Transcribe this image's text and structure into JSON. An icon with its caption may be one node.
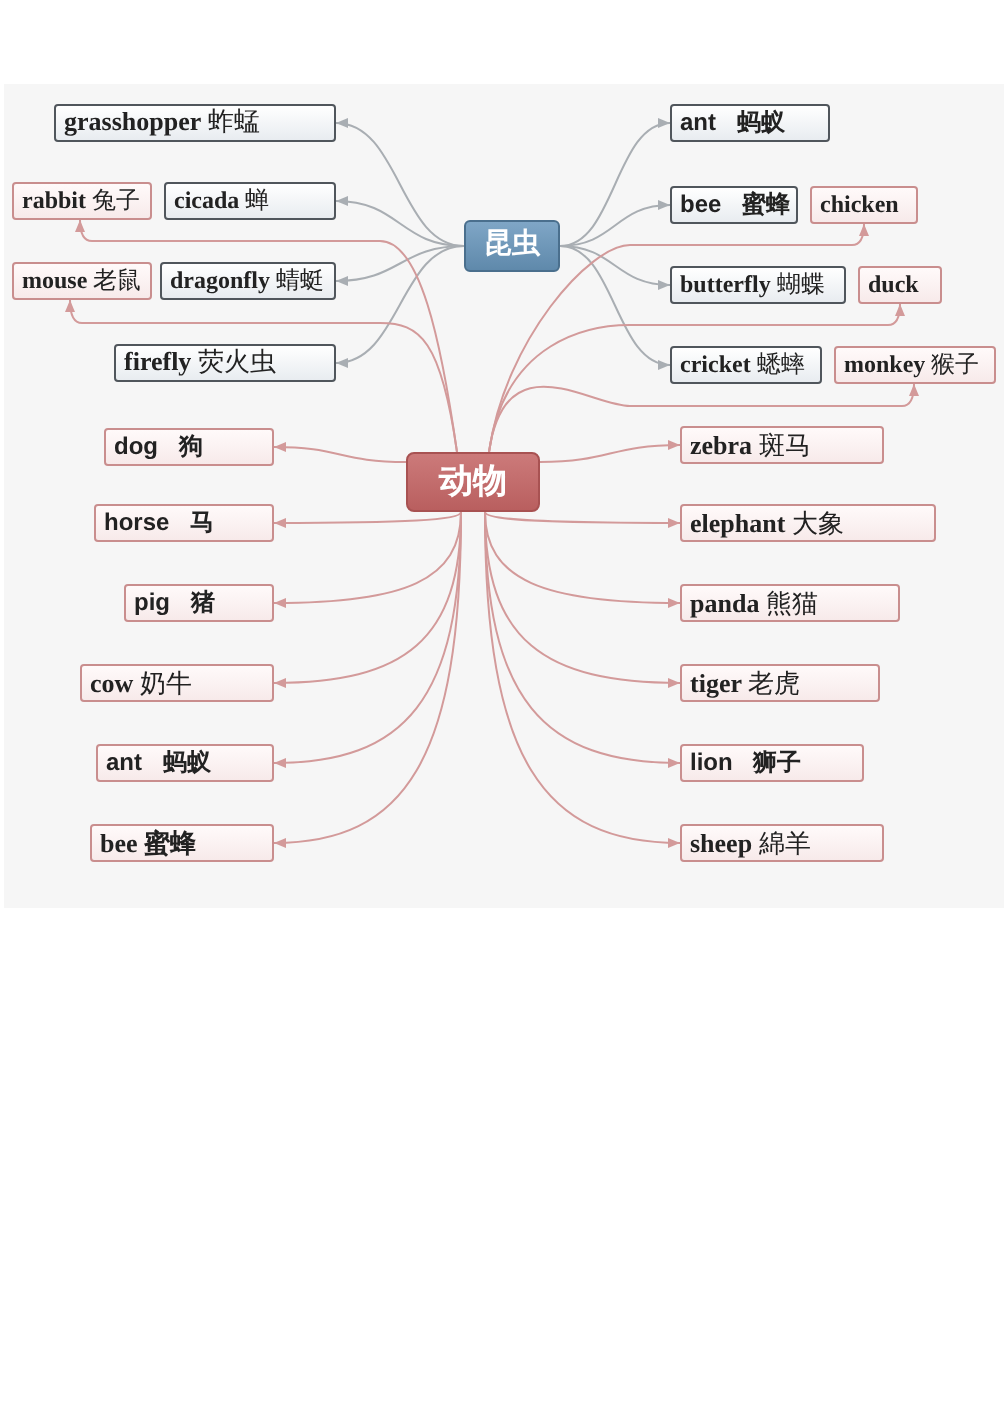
{
  "diagram": {
    "nodes": [
      {
        "text": [
          "昆虫"
        ]
      },
      {
        "text": [
          "**grasshopper** 蚱蜢"
        ]
      },
      {
        "text": [
          "**rabbit** 兔子"
        ]
      },
      {
        "text": [
          "**cicada** 蝉"
        ]
      },
      {
        "text": [
          "**mouse** 老鼠"
        ]
      },
      {
        "text": [
          "**dragonfly** 蜻蜓"
        ]
      },
      {
        "text": [
          "**firefly** 荧火虫"
        ]
      },
      {
        "text": [
          "ant 蚂蚁"
        ]
      },
      {
        "text": [
          "bee 蜜蜂"
        ]
      },
      {
        "text": [
          "chicken"
        ]
      },
      {
        "text": [
          "**butterfly** 蝴蝶"
        ]
      },
      {
        "text": [
          "duck"
        ]
      },
      {
        "text": [
          "**cricket** 蟋蟀"
        ]
      },
      {
        "text": [
          "**monkey** 猴子"
        ]
      },
      {
        "text": [
          "动物"
        ]
      },
      {
        "text": [
          "dog 狗"
        ]
      },
      {
        "text": [
          "**zebra** 斑马"
        ]
      },
      {
        "text": [
          "horse 马"
        ]
      },
      {
        "text": [
          "**elephant** 大象"
        ]
      },
      {
        "text": [
          "pig 猪"
        ]
      },
      {
        "text": [
          "**panda** 熊猫"
        ]
      },
      {
        "text": [
          "**cow** 奶牛"
        ]
      },
      {
        "text": [
          "**tiger** 老虎"
        ]
      },
      {
        "text": [
          "ant 蚂蚁"
        ]
      },
      {
        "text": [
          "lion 狮子"
        ]
      },
      {
        "text": [
          "bee 蜜蜂"
        ]
      },
      {
        "text": [
          "**sheep** 綿羊"
        ]
      }
    ],
    "edges": [
      {
        "from": 0,
        "to": 1,
        "arrow": "to",
        "color": "#a9aeb3"
      },
      {
        "from": 0,
        "to": 3,
        "arrow": "to",
        "color": "#a9aeb3"
      },
      {
        "from": 0,
        "to": 5,
        "arrow": "to",
        "color": "#a9aeb3"
      },
      {
        "from": 0,
        "to": 6,
        "arrow": "to",
        "color": "#a9aeb3"
      },
      {
        "from": 0,
        "to": 7,
        "arrow": "to",
        "color": "#a9aeb3"
      },
      {
        "from": 0,
        "to": 8,
        "arrow": "to",
        "color": "#a9aeb3"
      },
      {
        "from": 0,
        "to": 10,
        "arrow": "to",
        "color": "#a9aeb3"
      },
      {
        "from": 0,
        "to": 12,
        "arrow": "to",
        "color": "#a9aeb3"
      },
      {
        "from": 14,
        "to": 15,
        "arrow": "to"
      },
      {
        "from": 14,
        "to": 16,
        "arrow": "to"
      },
      {
        "from": 14,
        "to": 17,
        "arrow": "to"
      },
      {
        "from": 14,
        "to": 18,
        "arrow": "to"
      },
      {
        "from": 14,
        "to": 19,
        "arrow": "to"
      },
      {
        "from": 14,
        "to": 20,
        "arrow": "to"
      },
      {
        "from": 14,
        "to": 21,
        "arrow": "to"
      },
      {
        "from": 14,
        "to": 22,
        "arrow": "to"
      },
      {
        "from": 14,
        "to": 23,
        "arrow": "to"
      },
      {
        "from": 14,
        "to": 24,
        "arrow": "to"
      },
      {
        "from": 14,
        "to": 25,
        "arrow": "to"
      },
      {
        "from": 14,
        "to": 26,
        "arrow": "to"
      },
      {
        "from": 14,
        "to": 2,
        "arrow": "to"
      },
      {
        "from": 14,
        "to": 4,
        "arrow": "to"
      },
      {
        "from": 14,
        "to": 9,
        "arrow": "to"
      },
      {
        "from": 14,
        "to": 11,
        "arrow": "to"
      },
      {
        "from": 14,
        "to": 13,
        "arrow": "to"
      }
    ]
  }
}
